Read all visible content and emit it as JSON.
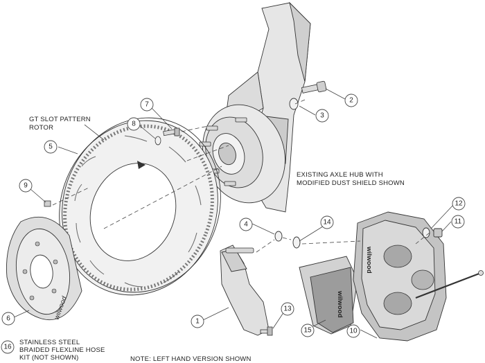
{
  "labels": {
    "rotor": [
      "GT SLOT PATTERN",
      "ROTOR"
    ],
    "hub": [
      "EXISTING AXLE HUB WITH",
      "MODIFIED DUST SHIELD SHOWN"
    ],
    "hose": [
      "STAINLESS STEEL",
      "BRAIDED FLEXLINE HOSE",
      "KIT (NOT SHOWN)"
    ],
    "note": "NOTE: LEFT HAND VERSION SHOWN"
  },
  "callouts": [
    "1",
    "2",
    "3",
    "4",
    "5",
    "6",
    "7",
    "8",
    "9",
    "10",
    "11",
    "12",
    "13",
    "14",
    "15",
    "16"
  ],
  "brand_marks": [
    "wilwood",
    "wilwood",
    "wilwood"
  ],
  "colors": {
    "part_fill": "#ededed",
    "part_shade": "#bdbdbd",
    "line": "#333333"
  }
}
